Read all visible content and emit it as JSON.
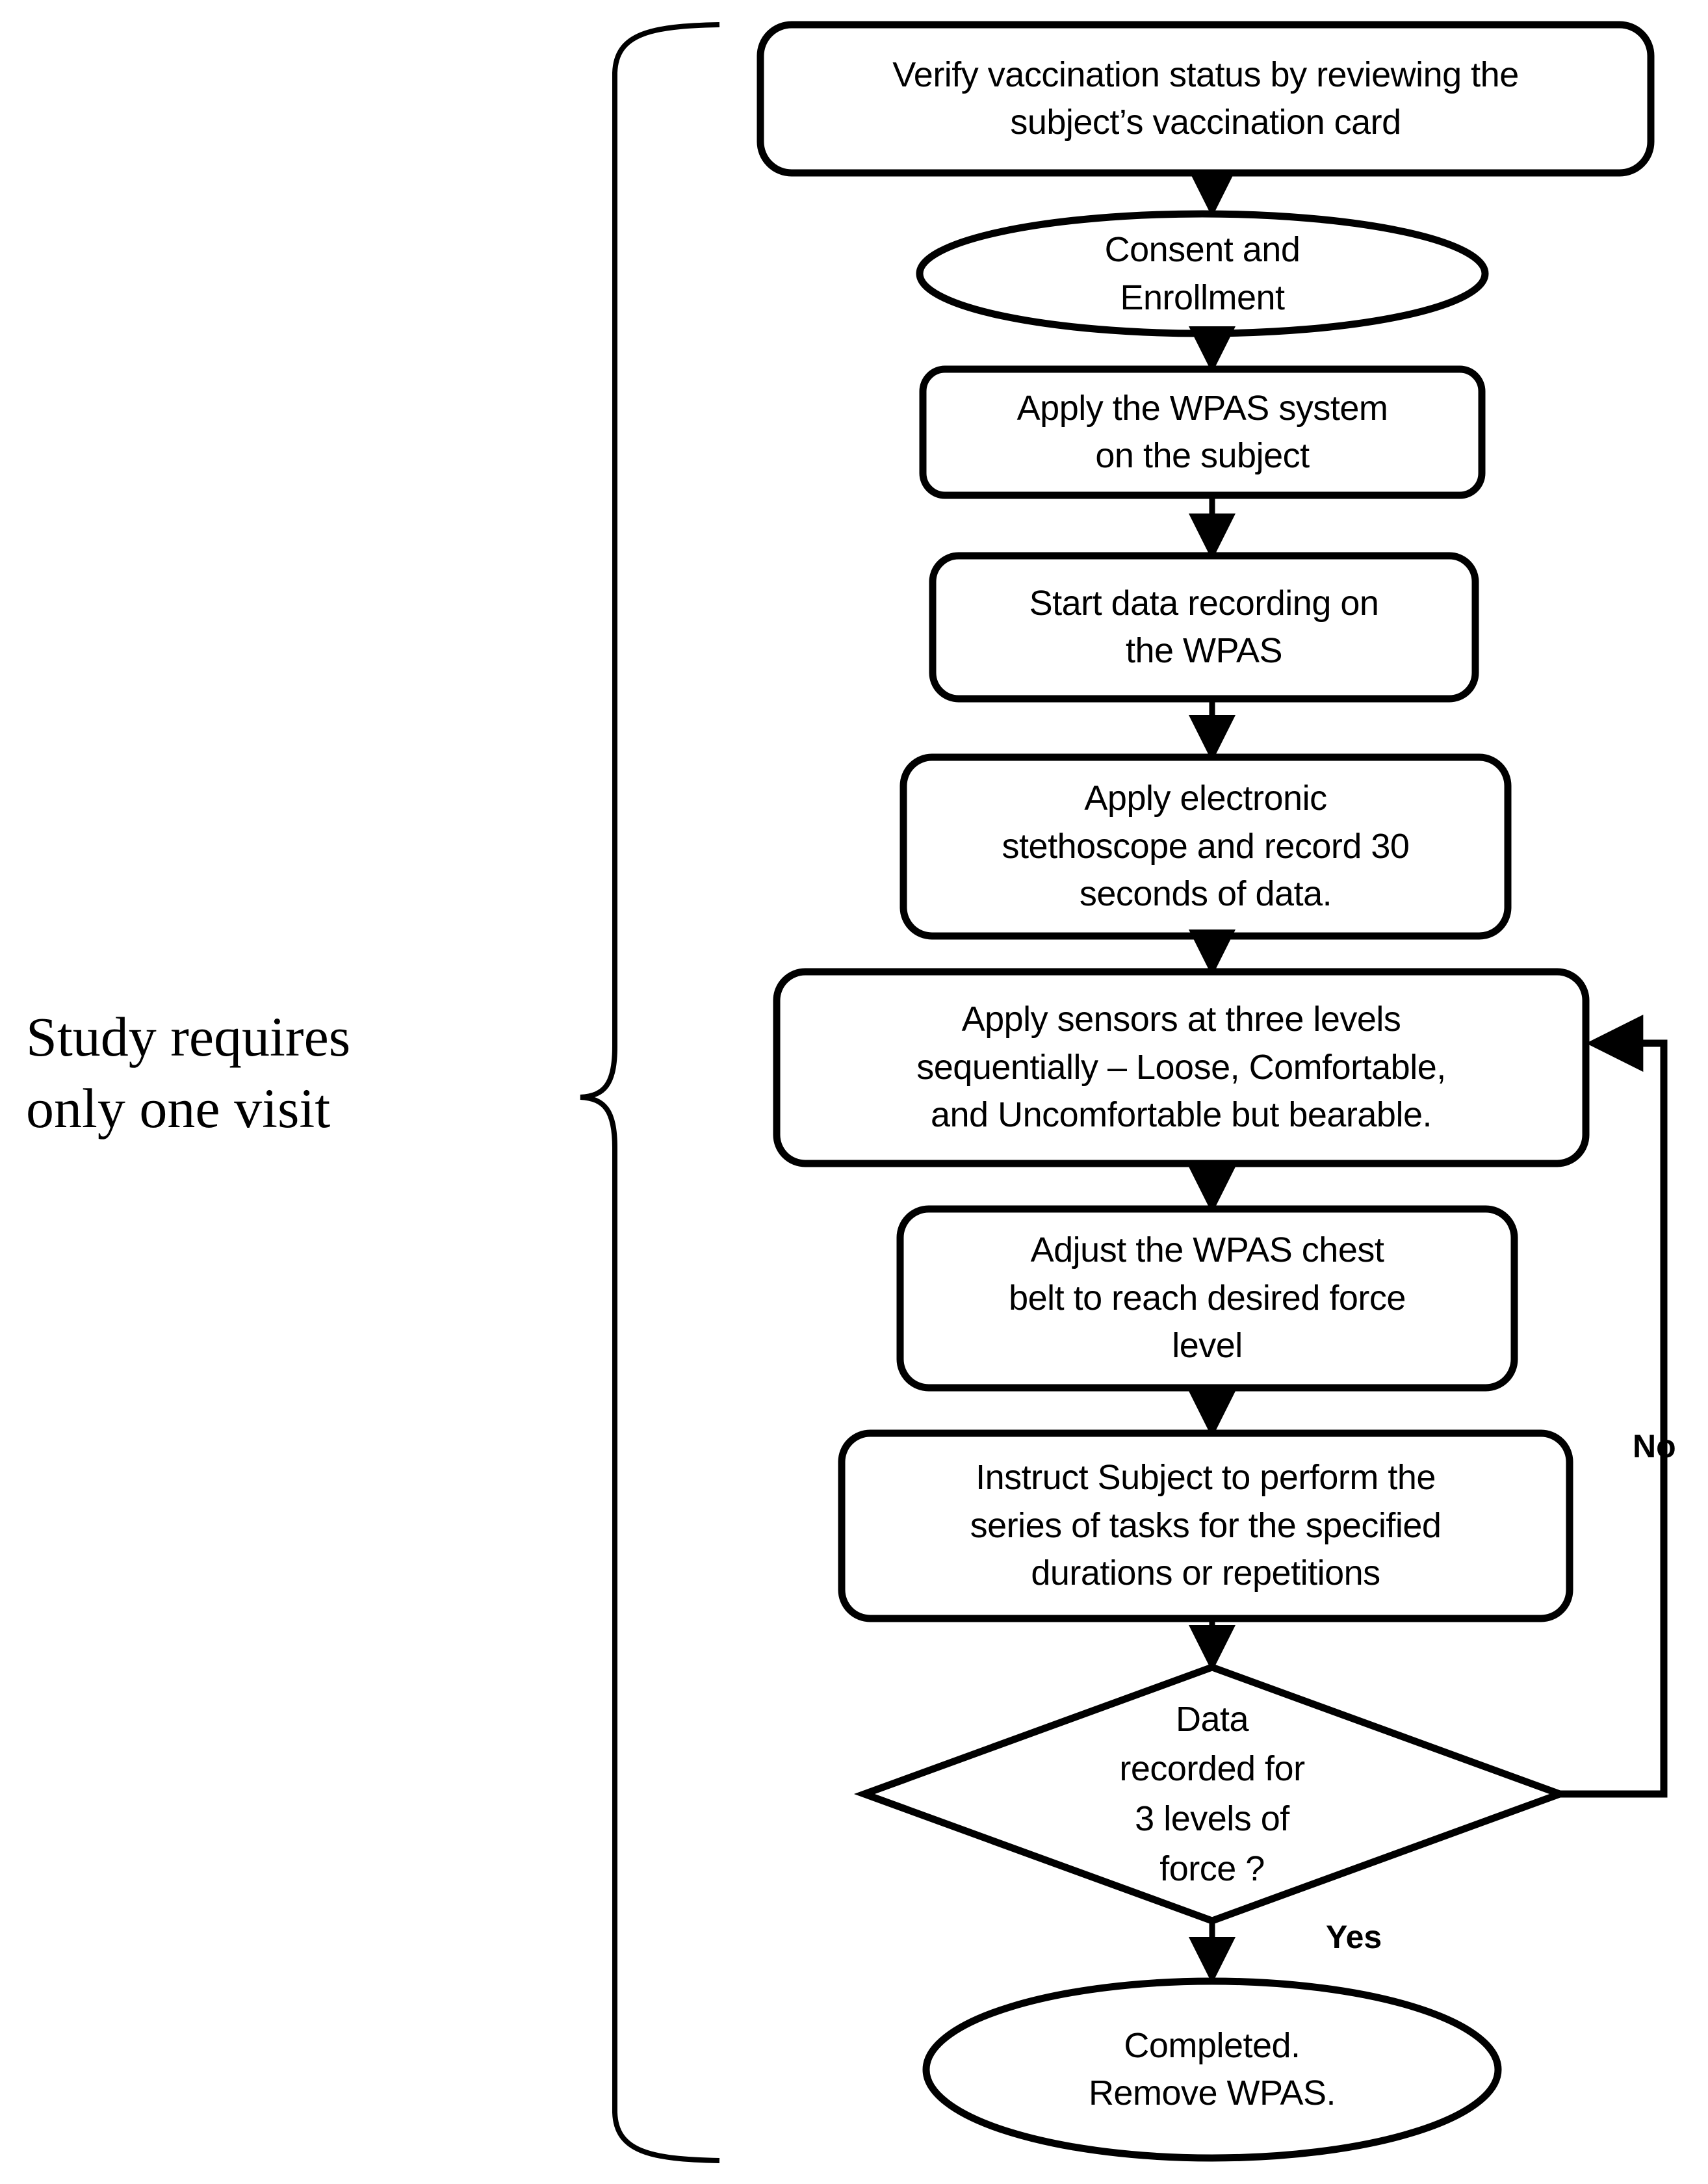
{
  "diagram": {
    "type": "flowchart",
    "title": "Study protocol flowchart",
    "background_color": "#ffffff",
    "stroke_color": "#000000",
    "annotation": {
      "text": "Study requires\nonly one visit",
      "brace": "right-curly-brace-spanning-entire-flow"
    },
    "nodes": [
      {
        "id": "verify",
        "shape": "rounded-rectangle",
        "text": "Verify vaccination status by reviewing the\nsubject’s vaccination card"
      },
      {
        "id": "consent",
        "shape": "ellipse",
        "text": "Consent and\nEnrollment"
      },
      {
        "id": "apply-wpas",
        "shape": "rounded-rectangle",
        "text": "Apply the WPAS system\non the subject"
      },
      {
        "id": "start-recording",
        "shape": "rounded-rectangle",
        "text": "Start data recording on\nthe WPAS"
      },
      {
        "id": "stethoscope",
        "shape": "rounded-rectangle",
        "text": "Apply electronic\nstethoscope and record 30\nseconds of data."
      },
      {
        "id": "apply-sensors",
        "shape": "rounded-rectangle",
        "text": "Apply sensors at three levels\nsequentially – Loose, Comfortable,\nand Uncomfortable but bearable."
      },
      {
        "id": "adjust-belt",
        "shape": "rounded-rectangle",
        "text": "Adjust the WPAS chest\nbelt to reach desired force\nlevel"
      },
      {
        "id": "instruct-subject",
        "shape": "rounded-rectangle",
        "text": "Instruct Subject to perform the\nseries of tasks for the specified\ndurations or repetitions"
      },
      {
        "id": "decision",
        "shape": "diamond",
        "text": "Data\nrecorded for\n3 levels of\nforce ?"
      },
      {
        "id": "completed",
        "shape": "ellipse",
        "text": "Completed.\nRemove WPAS."
      }
    ],
    "edges": [
      {
        "from": "verify",
        "to": "consent",
        "label": ""
      },
      {
        "from": "consent",
        "to": "apply-wpas",
        "label": ""
      },
      {
        "from": "apply-wpas",
        "to": "start-recording",
        "label": ""
      },
      {
        "from": "start-recording",
        "to": "stethoscope",
        "label": ""
      },
      {
        "from": "stethoscope",
        "to": "apply-sensors",
        "label": ""
      },
      {
        "from": "apply-sensors",
        "to": "adjust-belt",
        "label": ""
      },
      {
        "from": "adjust-belt",
        "to": "instruct-subject",
        "label": ""
      },
      {
        "from": "instruct-subject",
        "to": "decision",
        "label": ""
      },
      {
        "from": "decision",
        "to": "completed",
        "label": "Yes"
      },
      {
        "from": "decision",
        "to": "apply-sensors",
        "label": "No"
      }
    ],
    "edge_labels": {
      "no": "No",
      "yes": "Yes"
    }
  }
}
